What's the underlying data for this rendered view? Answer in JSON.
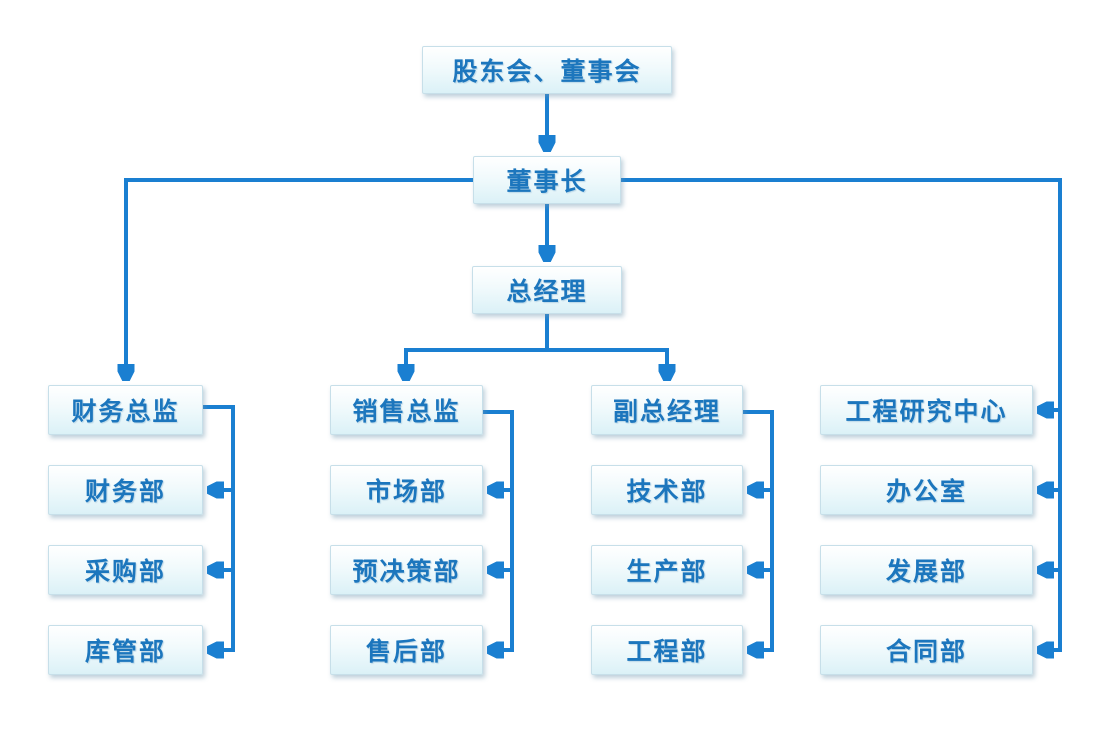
{
  "diagram_type": "org-chart",
  "colors": {
    "line": "#1a7fd1",
    "text": "#1c76bd",
    "box_fill_top": "#ffffff",
    "box_fill_bottom": "#dbf1f7",
    "box_border": "#c7dfe9",
    "background": "#ffffff"
  },
  "nodes": {
    "board": {
      "label": "股东会、董事会"
    },
    "chairman": {
      "label": "董事长"
    },
    "gm": {
      "label": "总经理"
    },
    "finance_director": {
      "label": "财务总监"
    },
    "finance_dept": {
      "label": "财务部"
    },
    "purchasing_dept": {
      "label": "采购部"
    },
    "warehouse_dept": {
      "label": "库管部"
    },
    "sales_director": {
      "label": "销售总监"
    },
    "marketing_dept": {
      "label": "市场部"
    },
    "budget_dept": {
      "label": "预决策部"
    },
    "after_sales_dept": {
      "label": "售后部"
    },
    "deputy_gm": {
      "label": "副总经理"
    },
    "tech_dept": {
      "label": "技术部"
    },
    "production_dept": {
      "label": "生产部"
    },
    "engineering_dept": {
      "label": "工程部"
    },
    "erc": {
      "label": "工程研究中心"
    },
    "office": {
      "label": "办公室"
    },
    "development_dept": {
      "label": "发展部"
    },
    "contract_dept": {
      "label": "合同部"
    }
  },
  "edges": [
    {
      "from": "board",
      "to": "chairman"
    },
    {
      "from": "chairman",
      "to": "gm"
    },
    {
      "from": "chairman",
      "to": "finance_director"
    },
    {
      "from": "chairman",
      "to": "erc"
    },
    {
      "from": "chairman",
      "to": "office"
    },
    {
      "from": "chairman",
      "to": "development_dept"
    },
    {
      "from": "chairman",
      "to": "contract_dept"
    },
    {
      "from": "gm",
      "to": "sales_director"
    },
    {
      "from": "gm",
      "to": "deputy_gm"
    },
    {
      "from": "finance_director",
      "to": "finance_dept"
    },
    {
      "from": "finance_director",
      "to": "purchasing_dept"
    },
    {
      "from": "finance_director",
      "to": "warehouse_dept"
    },
    {
      "from": "sales_director",
      "to": "marketing_dept"
    },
    {
      "from": "sales_director",
      "to": "budget_dept"
    },
    {
      "from": "sales_director",
      "to": "after_sales_dept"
    },
    {
      "from": "deputy_gm",
      "to": "tech_dept"
    },
    {
      "from": "deputy_gm",
      "to": "production_dept"
    },
    {
      "from": "deputy_gm",
      "to": "engineering_dept"
    }
  ]
}
